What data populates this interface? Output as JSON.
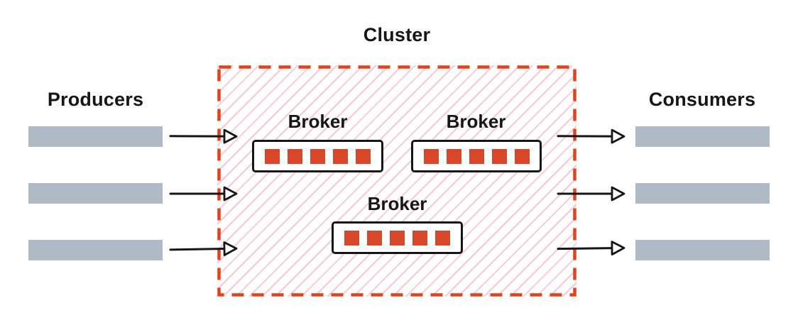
{
  "cluster": {
    "label": "Cluster"
  },
  "producers": {
    "label": "Producers",
    "count": 3
  },
  "consumers": {
    "label": "Consumers",
    "count": 3
  },
  "brokers": [
    {
      "label": "Broker",
      "partition_count": 5
    },
    {
      "label": "Broker",
      "partition_count": 5
    },
    {
      "label": "Broker",
      "partition_count": 5
    }
  ],
  "arrows": {
    "producer_to_cluster": 3,
    "cluster_to_consumer": 3
  },
  "colors": {
    "partition_red": "#D9472B",
    "cluster_border_red": "#E2431D",
    "cluster_hatch_pink": "#F6C9D4",
    "bar_gray": "#AEBAC6",
    "ink": "#161616"
  }
}
